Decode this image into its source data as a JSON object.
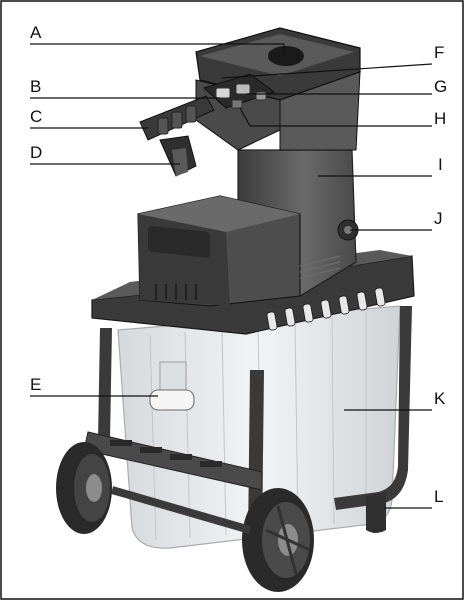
{
  "figure": {
    "labels": {
      "A": "A",
      "B": "B",
      "C": "C",
      "D": "D",
      "E": "E",
      "F": "F",
      "G": "G",
      "H": "H",
      "I": "I",
      "J": "J",
      "K": "K",
      "L": "L"
    }
  },
  "colors": {
    "frame": "#3a3a3a",
    "housing_dark": "#2f2f2f",
    "housing_mid": "#555555",
    "housing_light": "#7a7a7a",
    "bin": "#e4e6e8",
    "bin_edge": "#a9adb1",
    "wheel": "#2a2a2a",
    "hub": "#8c8c8c",
    "line": "#111111"
  }
}
